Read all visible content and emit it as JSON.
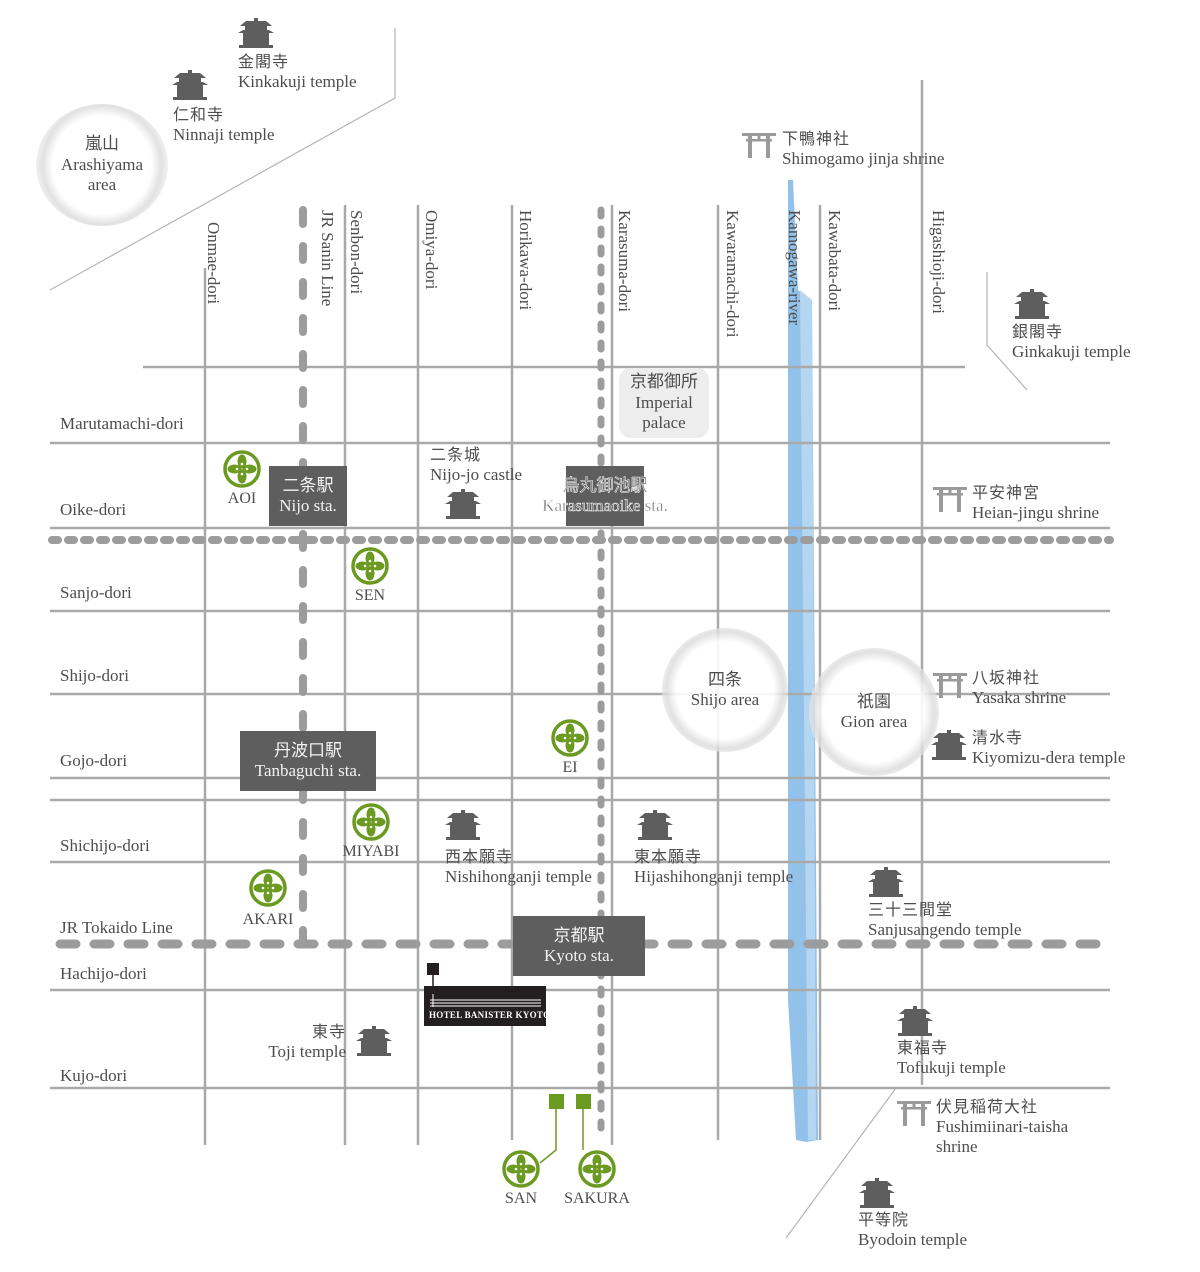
{
  "colors": {
    "road": "#a9a9a9",
    "river": "#7fb7e6",
    "station_box": "#5e5e5e",
    "hotel_box": "#231f20",
    "brand_green": "#6a9a1f",
    "icon_gray": "#5e5e5e",
    "torii_gray": "#9a9a9a"
  },
  "areas": {
    "arashiyama": {
      "jp": "嵐山",
      "en1": "Arashiyama",
      "en2": "area"
    },
    "shijo": {
      "jp": "四条",
      "en": "Shijo area"
    },
    "gion": {
      "jp": "祇園",
      "en": "Gion area"
    }
  },
  "imperial_palace": {
    "jp": "京都御所",
    "en1": "Imperial",
    "en2": "palace"
  },
  "vertical_streets": [
    {
      "id": "onmae",
      "label": "Onmae-dori"
    },
    {
      "id": "jr-sanin",
      "label": "JR Sanin Line"
    },
    {
      "id": "senbon",
      "label": "Senbon-dori"
    },
    {
      "id": "omiya",
      "label": "Omiya-dori"
    },
    {
      "id": "horikawa",
      "label": "Horikawa-dori"
    },
    {
      "id": "karasuma",
      "label": "Karasuma-dori"
    },
    {
      "id": "kawaramachi",
      "label": "Kawaramachi-dori"
    },
    {
      "id": "kamogawa",
      "label": "Kamogawa-river"
    },
    {
      "id": "kawabata",
      "label": "Kawabata-dori"
    },
    {
      "id": "higashioji",
      "label": "Higashioji-dori"
    }
  ],
  "horizontal_streets": [
    {
      "id": "marutamachi",
      "label": "Marutamachi-dori"
    },
    {
      "id": "oike",
      "label": "Oike-dori"
    },
    {
      "id": "sanjo",
      "label": "Sanjo-dori"
    },
    {
      "id": "shijo",
      "label": "Shijo-dori"
    },
    {
      "id": "gojo",
      "label": "Gojo-dori"
    },
    {
      "id": "shichijo",
      "label": "Shichijo-dori"
    },
    {
      "id": "jr-tokaido",
      "label": "JR Tokaido Line"
    },
    {
      "id": "hachijo",
      "label": "Hachijo-dori"
    },
    {
      "id": "kujo",
      "label": "Kujo-dori"
    }
  ],
  "stations": {
    "nijo": {
      "jp": "二条駅",
      "en": "Nijo sta."
    },
    "karasumaoike": {
      "jp": "烏丸御池駅",
      "en": "Karasumaoike sta."
    },
    "tanbaguchi": {
      "jp": "丹波口駅",
      "en": "Tanbaguchi sta."
    },
    "kyoto": {
      "jp": "京都駅",
      "en": "Kyoto sta."
    }
  },
  "temples": {
    "kinkakuji": {
      "jp": "金閣寺",
      "en": "Kinkakuji temple",
      "icon": "temple-icon"
    },
    "ninnaji": {
      "jp": "仁和寺",
      "en": "Ninnaji temple",
      "icon": "temple-icon"
    },
    "ginkakuji": {
      "jp": "銀閣寺",
      "en": "Ginkakuji temple",
      "icon": "temple-icon"
    },
    "nijojo": {
      "jp": "二条城",
      "en": "Nijo-jo castle",
      "icon": "castle-icon"
    },
    "kiyomizu": {
      "jp": "清水寺",
      "en": "Kiyomizu-dera temple",
      "icon": "temple-icon"
    },
    "nishihonganji": {
      "jp": "西本願寺",
      "en": "Nishihonganji temple",
      "icon": "temple-icon"
    },
    "higashihonganji": {
      "jp": "東本願寺",
      "en": "Hijashihonganji temple",
      "icon": "temple-icon"
    },
    "sanjusangendo": {
      "jp": "三十三間堂",
      "en": "Sanjusangendo temple",
      "icon": "temple-icon"
    },
    "toji": {
      "jp": "東寺",
      "en": "Toji temple",
      "icon": "temple-icon"
    },
    "tofukuji": {
      "jp": "東福寺",
      "en": "Tofukuji temple",
      "icon": "temple-icon"
    },
    "byodoin": {
      "jp": "平等院",
      "en": "Byodoin temple",
      "icon": "temple-icon"
    }
  },
  "shrines": {
    "shimogamo": {
      "jp": "下鴨神社",
      "en": "Shimogamo jinja shrine",
      "icon": "torii-icon"
    },
    "heian": {
      "jp": "平安神宮",
      "en": "Heian-jingu shrine",
      "icon": "torii-icon"
    },
    "yasaka": {
      "jp": "八坂神社",
      "en": "Yasaka shrine",
      "icon": "torii-icon"
    },
    "fushimi": {
      "jp": "伏見稲荷大社",
      "en1": "Fushimiinari-taisha",
      "en2": "shrine",
      "icon": "torii-icon"
    }
  },
  "brand_properties": [
    {
      "id": "aoi",
      "label": "AOI"
    },
    {
      "id": "sen",
      "label": "SEN"
    },
    {
      "id": "ei",
      "label": "EI"
    },
    {
      "id": "miyabi",
      "label": "MIYABI"
    },
    {
      "id": "akari",
      "label": "AKARI"
    },
    {
      "id": "san",
      "label": "SAN"
    },
    {
      "id": "sakura",
      "label": "SAKURA"
    }
  ],
  "hotel": {
    "name": "HOTEL BANISTER KYOTO"
  }
}
